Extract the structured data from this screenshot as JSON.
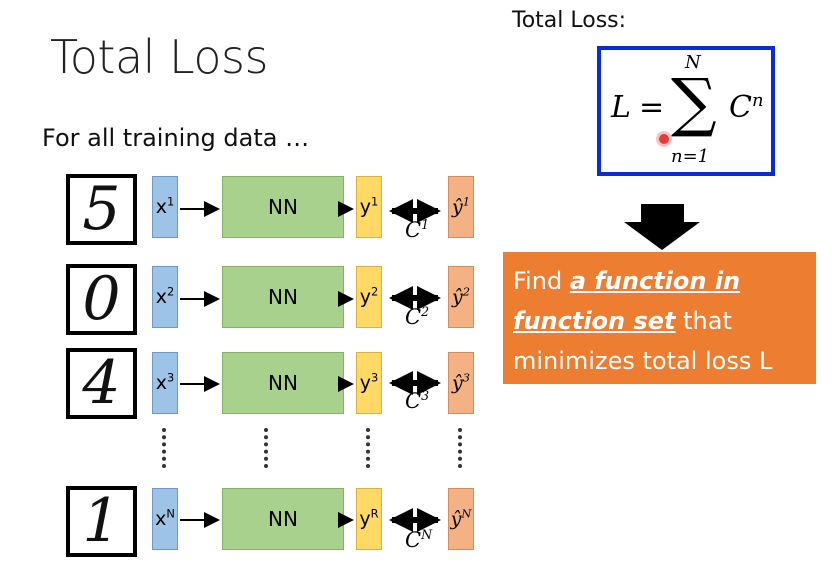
{
  "slide": {
    "title": "Total Loss",
    "subtitle": "For all training data …",
    "rows": [
      {
        "digit": "5",
        "x": "x",
        "x_sup": "1",
        "nn": "NN",
        "y": "y",
        "y_sup": "1",
        "yhat": "ŷ",
        "yhat_sup": "1",
        "c": "C",
        "c_sup": "1"
      },
      {
        "digit": "0",
        "x": "x",
        "x_sup": "2",
        "nn": "NN",
        "y": "y",
        "y_sup": "2",
        "yhat": "ŷ",
        "yhat_sup": "2",
        "c": "C",
        "c_sup": "2"
      },
      {
        "digit": "4",
        "x": "x",
        "x_sup": "3",
        "nn": "NN",
        "y": "y",
        "y_sup": "3",
        "yhat": "ŷ",
        "yhat_sup": "3",
        "c": "C",
        "c_sup": "3"
      },
      {
        "digit": "1",
        "x": "x",
        "x_sup": "N",
        "nn": "NN",
        "y": "y",
        "y_sup": "R",
        "yhat": "ŷ",
        "yhat_sup": "N",
        "c": "C",
        "c_sup": "N"
      }
    ],
    "total_loss_label": "Total Loss:",
    "formula": {
      "lhs": "L",
      "eq": "=",
      "sigma": "∑",
      "upper": "N",
      "lower": "n=1",
      "term": "C",
      "term_sup": "n"
    },
    "callout": {
      "part1": "Find ",
      "emph1": "a function in",
      "emph2": "function set",
      "part2": " that",
      "line3": "minimizes total loss L"
    },
    "colors": {
      "x_box": "#9dc3e6",
      "nn_box": "#a9d18e",
      "y_box": "#ffd966",
      "yhat_box": "#f4b183",
      "callout": "#ed7d31",
      "formula_border": "#0a2bd8"
    }
  }
}
